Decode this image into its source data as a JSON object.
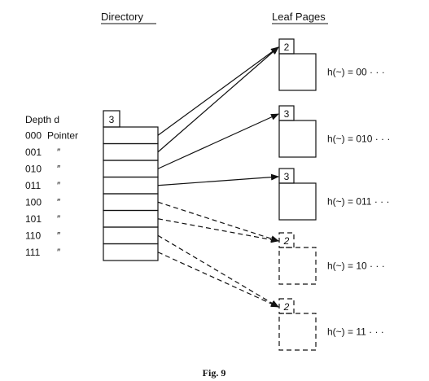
{
  "headers": {
    "directory": "Directory",
    "leaf_pages": "Leaf Pages"
  },
  "depth_label": "Depth d",
  "global_depth": "3",
  "rows": [
    {
      "code": "000",
      "entry": "Pointer"
    },
    {
      "code": "001",
      "entry": "″"
    },
    {
      "code": "010",
      "entry": "″"
    },
    {
      "code": "011",
      "entry": "″"
    },
    {
      "code": "100",
      "entry": "″"
    },
    {
      "code": "101",
      "entry": "″"
    },
    {
      "code": "110",
      "entry": "″"
    },
    {
      "code": "111",
      "entry": "″"
    }
  ],
  "leaves": [
    {
      "depth": "2",
      "hash": "h(~) = 00 · · ·",
      "style": "solid"
    },
    {
      "depth": "3",
      "hash": "h(~) = 010 · · ·",
      "style": "solid"
    },
    {
      "depth": "3",
      "hash": "h(~) = 011 · · ·",
      "style": "solid"
    },
    {
      "depth": "2",
      "hash": "h(~) = 10  · · ·",
      "style": "dashed"
    },
    {
      "depth": "2",
      "hash": "h(~) = 11 · · ·",
      "style": "dashed"
    }
  ],
  "pointers": [
    {
      "from": 0,
      "to": 0,
      "style": "solid"
    },
    {
      "from": 1,
      "to": 0,
      "style": "solid"
    },
    {
      "from": 2,
      "to": 1,
      "style": "solid"
    },
    {
      "from": 3,
      "to": 2,
      "style": "solid"
    },
    {
      "from": 4,
      "to": 3,
      "style": "dashed"
    },
    {
      "from": 5,
      "to": 3,
      "style": "dashed"
    },
    {
      "from": 6,
      "to": 4,
      "style": "dashed"
    },
    {
      "from": 7,
      "to": 4,
      "style": "dashed"
    }
  ],
  "caption": "Fig. 9"
}
